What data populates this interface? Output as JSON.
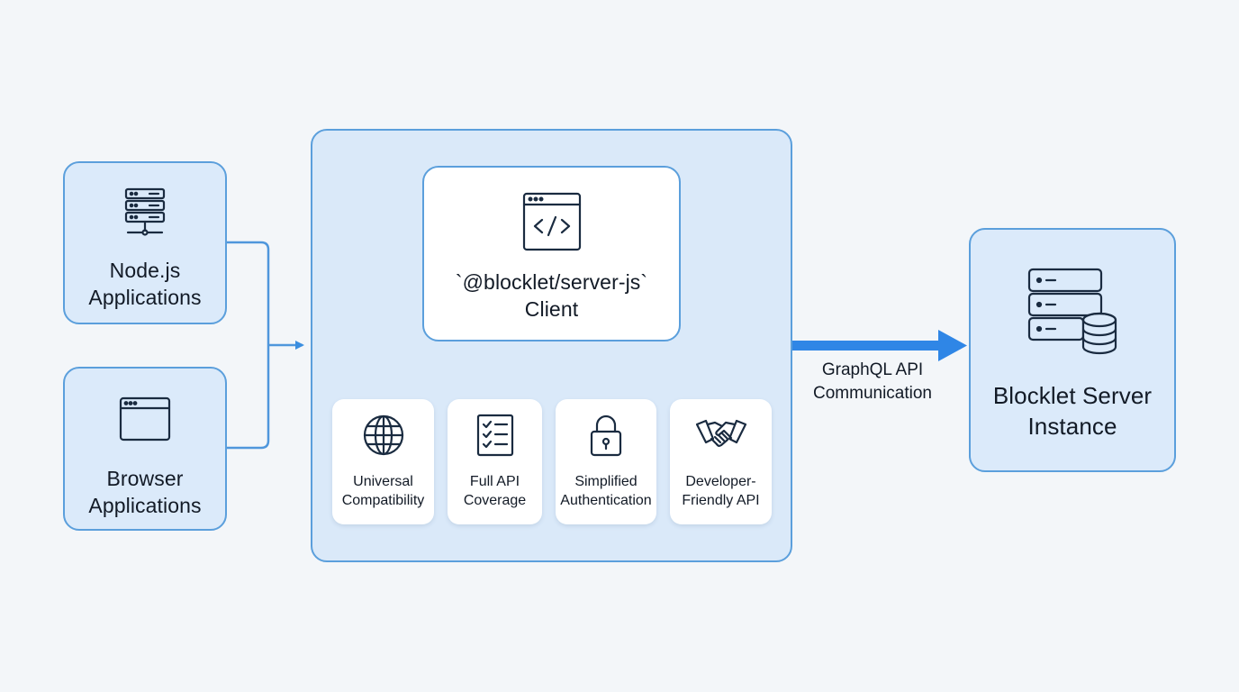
{
  "sources": {
    "node": {
      "line1": "Node.js",
      "line2": "Applications",
      "icon": "server-rack-icon"
    },
    "browser": {
      "line1": "Browser",
      "line2": "Applications",
      "icon": "browser-window-icon"
    }
  },
  "client": {
    "line1": "`@blocklet/server-js`",
    "line2": "Client",
    "icon": "code-window-icon"
  },
  "features": [
    {
      "line1": "Universal",
      "line2": "Compatibility",
      "icon": "globe-icon"
    },
    {
      "line1": "Full API",
      "line2": "Coverage",
      "icon": "checklist-icon"
    },
    {
      "line1": "Simplified",
      "line2": "Authentication",
      "icon": "padlock-icon"
    },
    {
      "line1": "Developer-",
      "line2": "Friendly API",
      "icon": "handshake-icon"
    }
  ],
  "connection": {
    "line1": "GraphQL API",
    "line2": "Communication"
  },
  "server": {
    "line1": "Blocklet Server",
    "line2": "Instance",
    "icon": "server-database-icon"
  },
  "colors": {
    "background": "#f3f6f9",
    "box_fill": "#dbeafa",
    "box_border": "#5b9fdc",
    "arrow": "#2f86e6",
    "text": "#121a26"
  }
}
